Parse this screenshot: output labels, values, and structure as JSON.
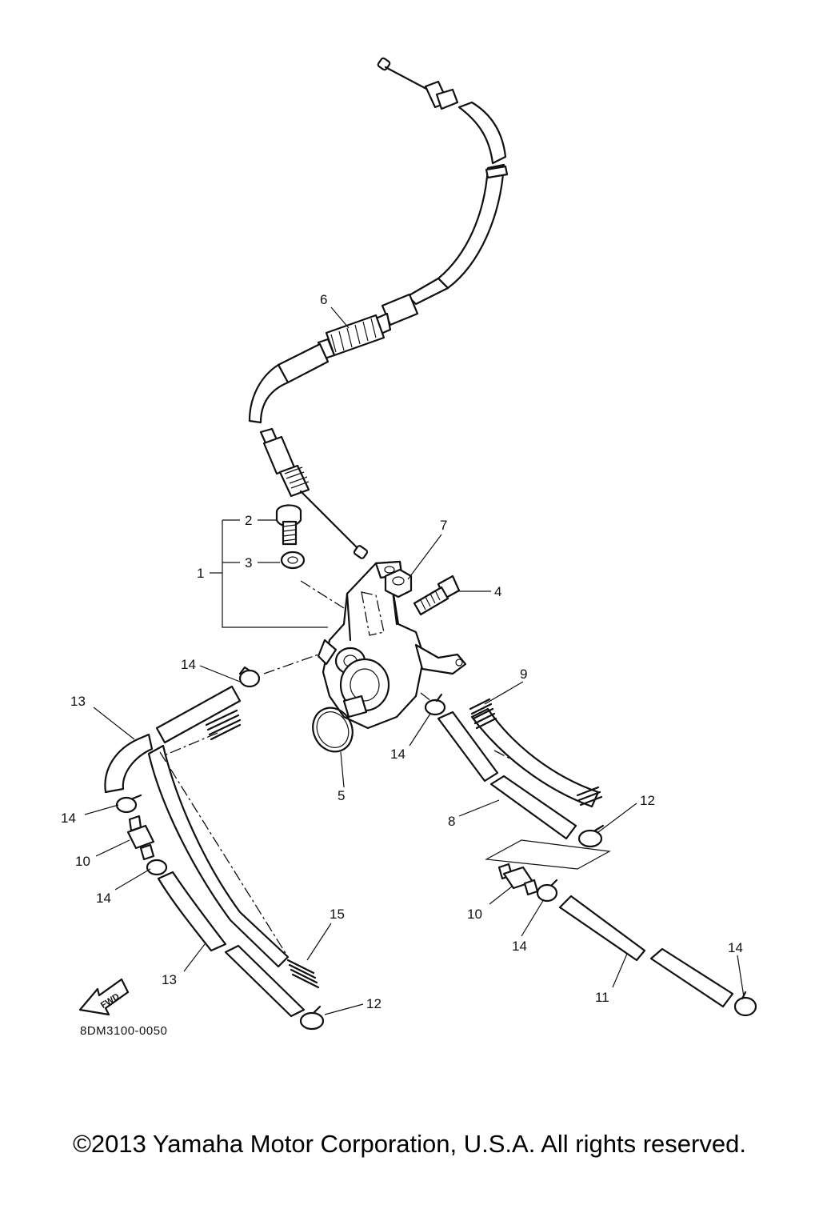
{
  "callouts": [
    "1",
    "2",
    "3",
    "4",
    "5",
    "6",
    "7",
    "8",
    "9",
    "10",
    "10",
    "11",
    "12",
    "12",
    "13",
    "13",
    "14",
    "14",
    "14",
    "14",
    "14",
    "14",
    "15"
  ],
  "fwd_label": "FWD",
  "diagram_code": "8DM3100-0050",
  "copyright": "©2013 Yamaha Motor Corporation, U.S.A. All rights reserved."
}
